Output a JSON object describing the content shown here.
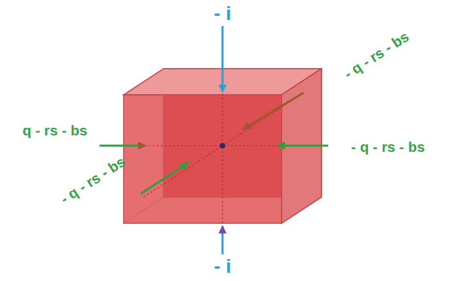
{
  "diagram": {
    "labels": [
      "- i",
      "- q - rs - bs",
      "q - rs - bs",
      "- q - rs - bs",
      "- q - rs - bs",
      "- i"
    ]
  }
}
